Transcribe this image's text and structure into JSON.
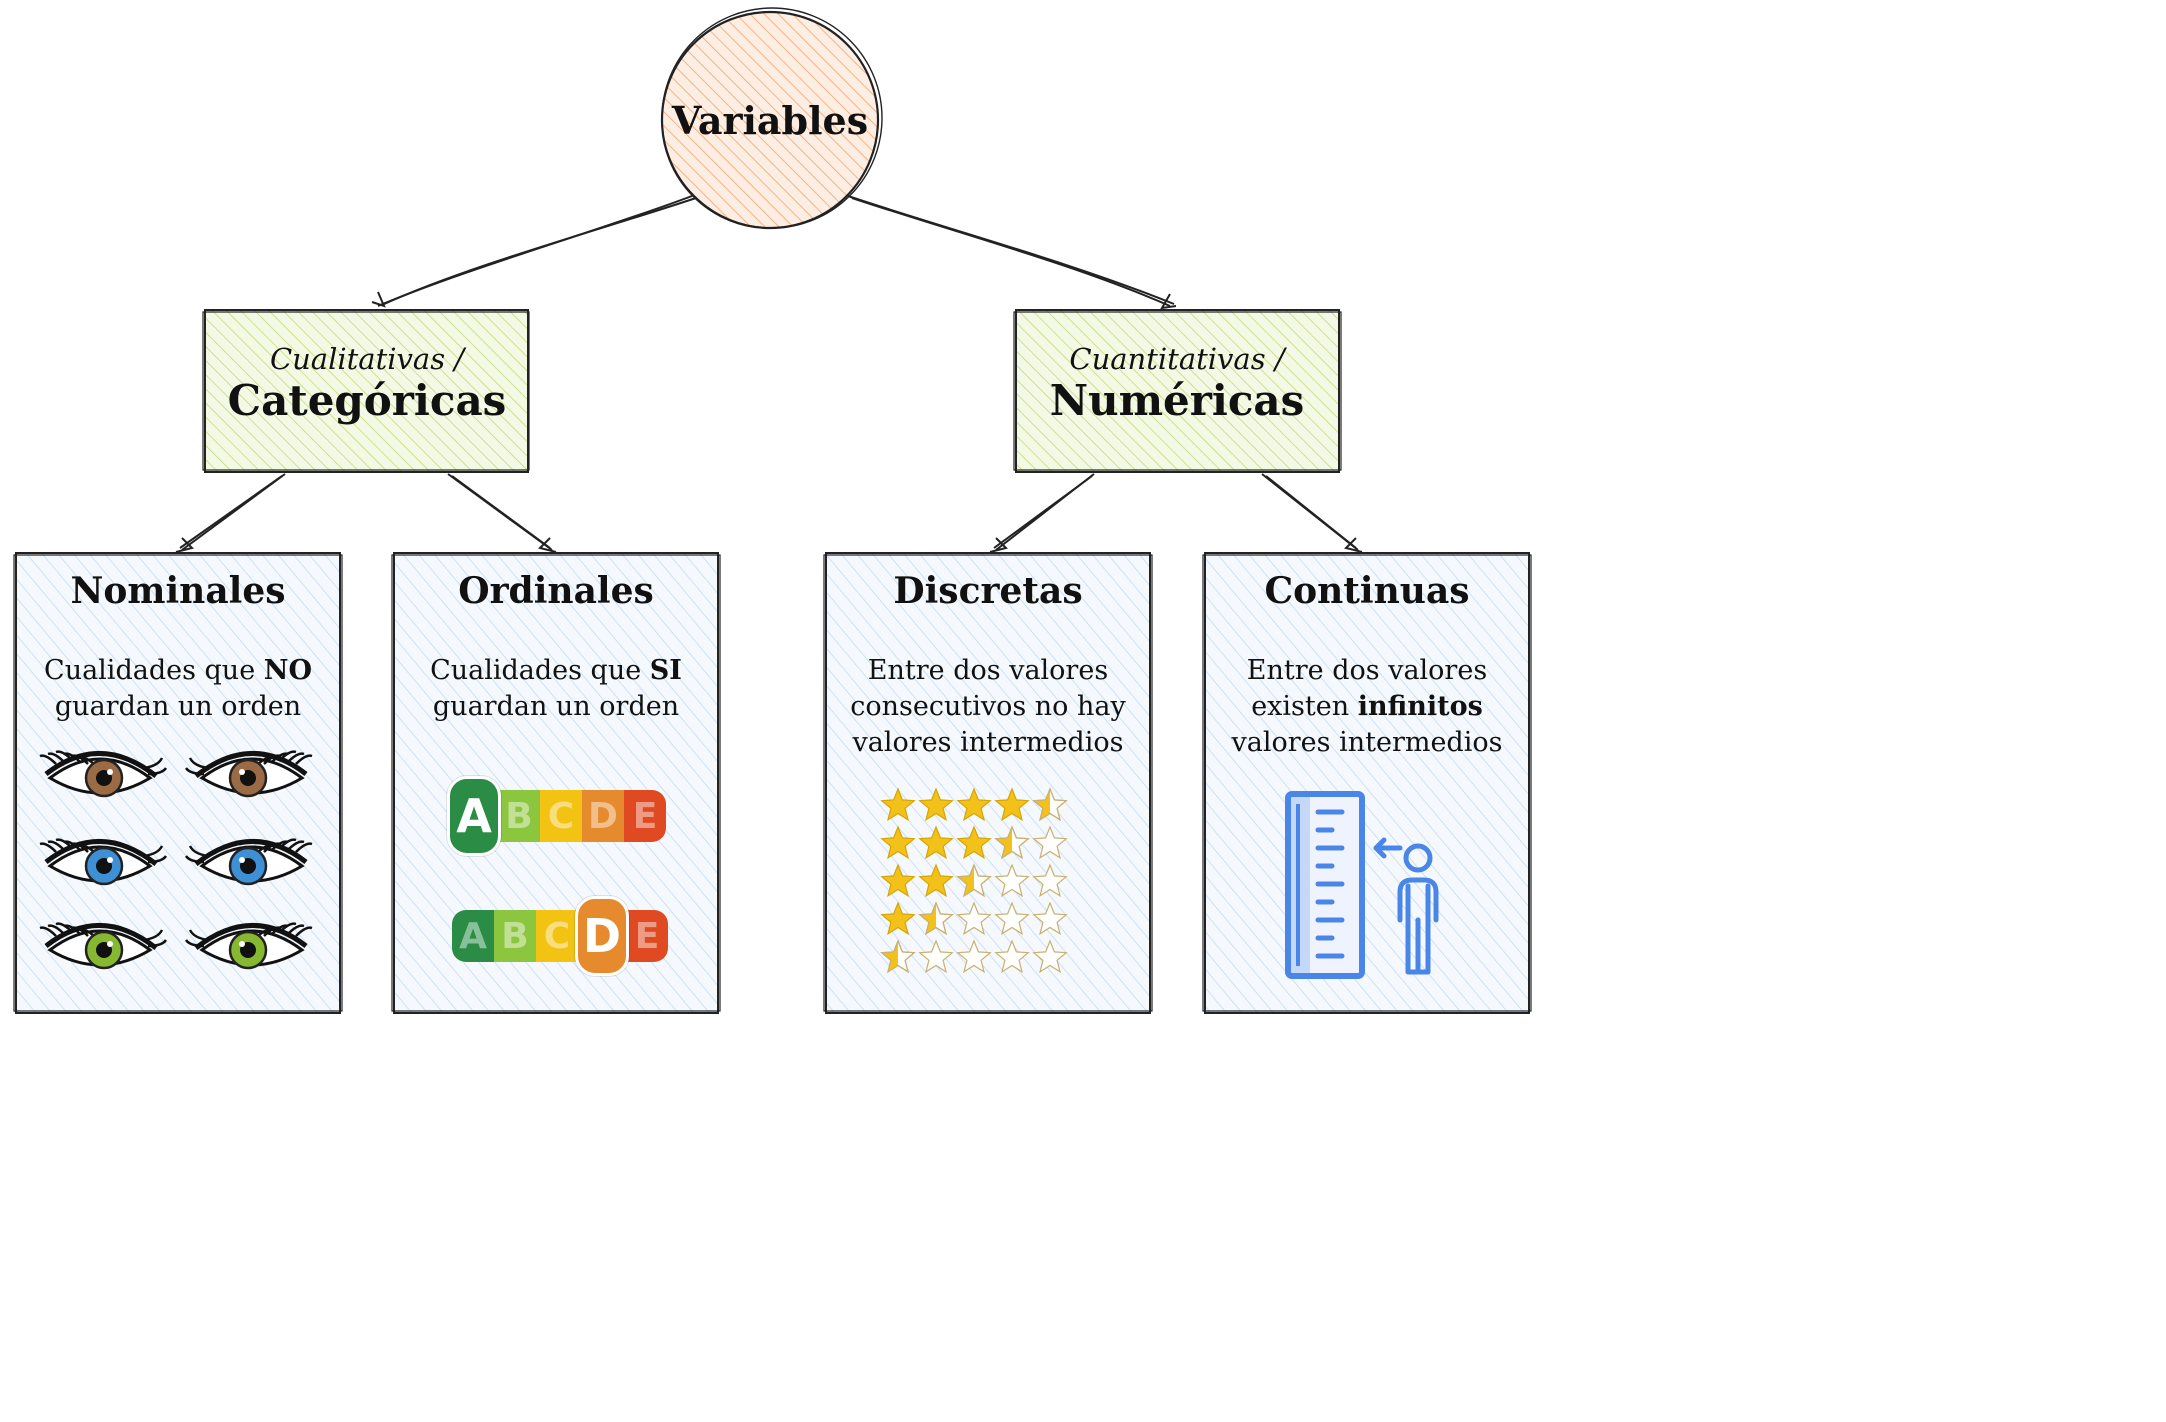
{
  "root": {
    "label": "Variables"
  },
  "categories": [
    {
      "sub": "Cualitativas /",
      "main": "Categóricas"
    },
    {
      "sub": "Cuantitativas /",
      "main": "Numéricas"
    }
  ],
  "leaves": {
    "nominales": {
      "title": "Nominales",
      "desc_pre": "Cualidades que ",
      "desc_bold": "NO",
      "desc_post": "guardan un orden"
    },
    "ordinales": {
      "title": "Ordinales",
      "desc_pre": "Cualidades que ",
      "desc_bold": "SI",
      "desc_post": "guardan un orden"
    },
    "discretas": {
      "title": "Discretas",
      "line1": "Entre dos valores",
      "line2": "consecutivos no hay",
      "line3": "valores intermedios"
    },
    "continuas": {
      "title": "Continuas",
      "line1": "Entre dos valores",
      "line2_pre": "existen ",
      "line2_bold": "infinitos",
      "line3": "valores intermedios"
    }
  },
  "nutriscore": {
    "letters": [
      "A",
      "B",
      "C",
      "D",
      "E"
    ],
    "colors": [
      "#2a8c45",
      "#8cc63e",
      "#f2c312",
      "#e58a2d",
      "#e04a22"
    ],
    "rows": [
      {
        "selected": "A"
      },
      {
        "selected": "D"
      }
    ]
  },
  "eye_colors": [
    "#9b6b45",
    "#3d8fd6",
    "#86b832"
  ],
  "star_ratings": [
    4.5,
    3.5,
    2.5,
    1.5,
    0.5
  ],
  "colors": {
    "root_hatch": "#f0a070",
    "category_fill": "#f3f8e4",
    "category_hatch": "#b8d870",
    "leaf_fill": "#f3f8fd",
    "leaf_hatch": "#b8d4f0",
    "star": "#f2c21b",
    "ruler": "#4a86e8"
  }
}
